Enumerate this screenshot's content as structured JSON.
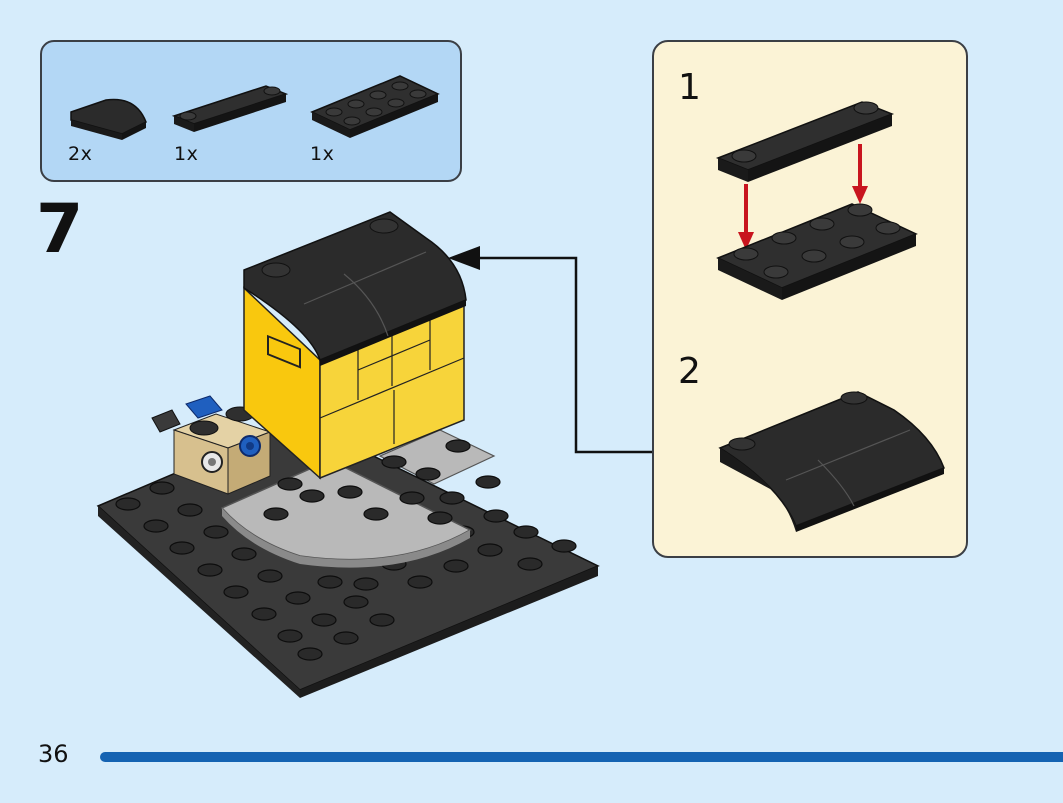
{
  "parts_list": {
    "items": [
      {
        "part": "curved-slope-2x2",
        "quantity": "2x"
      },
      {
        "part": "plate-1x4-with-end-studs",
        "quantity": "1x"
      },
      {
        "part": "plate-2x4",
        "quantity": "1x"
      }
    ]
  },
  "step": {
    "number": "7"
  },
  "sub_assembly": {
    "steps": [
      {
        "number": "1"
      },
      {
        "number": "2"
      }
    ]
  },
  "page": {
    "number": "36"
  },
  "colors": {
    "background": "#d6ecfb",
    "parts_box": "#b3d7f5",
    "sub_box": "#fbf3d6",
    "brick_black": "#2b2b2b",
    "brick_yellow": "#f9c80e",
    "baseplate_gray": "#3a3a3a",
    "light_gray": "#b9b9b9",
    "tan": "#d7c08e",
    "blue": "#1f5fbf",
    "arrow_red": "#c8141e",
    "bar_blue": "#1563b2"
  }
}
